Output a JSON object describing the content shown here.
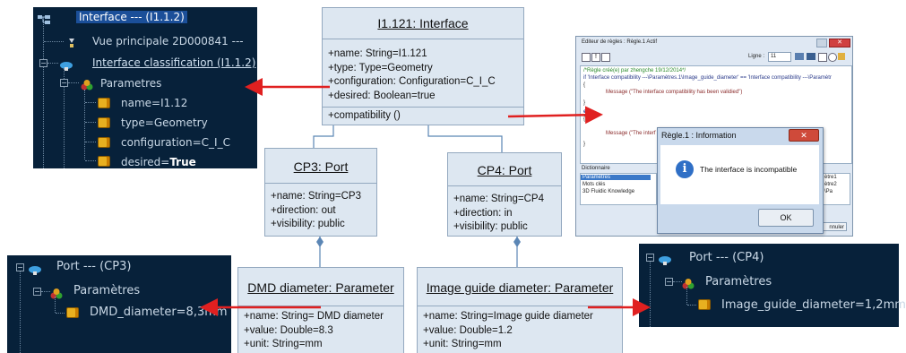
{
  "tree_interface": {
    "root": "Interface --- (I1.1.2)",
    "vue": "Vue principale 2D000841 ---",
    "classification": "Interface classification (I1.1.2)",
    "params_label": "Parametres",
    "params": [
      "name=I1.12",
      "type=Geometry",
      "configuration=C_I_C"
    ],
    "desired_key": "desired=",
    "desired_val": "True"
  },
  "tree_cp3": {
    "root": "Port --- (CP3)",
    "params_label": "Paramètres",
    "param": "DMD_diameter=8,3mm"
  },
  "tree_cp4": {
    "root": "Port --- (CP4)",
    "params_label": "Paramètres",
    "param": "Image_guide_diameter=1,2mm"
  },
  "uml_interface": {
    "title": "I1.121: Interface",
    "attrs": [
      "+name: String=I1.121",
      "+type: Type=Geometry",
      "+configuration: Configuration=C_I_C",
      "+desired: Boolean=true"
    ],
    "method": "+compatibility ()"
  },
  "uml_cp3": {
    "title": "CP3: Port",
    "attrs": [
      "+name: String=CP3",
      "+direction: out",
      "+visibility: public"
    ]
  },
  "uml_cp4": {
    "title": "CP4: Port",
    "attrs": [
      "+name: String=CP4",
      "+direction: in",
      "+visibility: public"
    ]
  },
  "uml_dmd": {
    "title": "DMD diameter: Parameter",
    "attrs": [
      "+name: String= DMD diameter",
      "+value: Double=8.3",
      "+unit: String=mm"
    ]
  },
  "uml_ig": {
    "title": "Image guide diameter: Parameter",
    "attrs": [
      "+name: String=Image guide diameter",
      "+value: Double=1.2",
      "+unit: String=mm"
    ]
  },
  "editor": {
    "title": "Editeur de règles : Règle.1 Actif",
    "ligne_label": "Ligne :",
    "ligne_value": "11",
    "code_comment": "/*Règle créé(e) par zhengche 19/12/2014*/",
    "code_if": "if 'Interface compatibility ---\\Paramètres.1\\Image_guide_diameter' == 'Interface compatibility ---\\Paramètr",
    "code_msg1": "Message (\"The interface compatibility has been validied\")",
    "code_else": "else",
    "code_msg2": "Message (\"The interf",
    "dictionary_label": "Dictionnaire",
    "dict_items": [
      "Paramètres",
      "Mots clés",
      "3D Fluidic Knowledge"
    ],
    "right_items": [
      "ètre1",
      "ètre2",
      "\\Pa"
    ],
    "cancel_fragment": "nnuler"
  },
  "dialog": {
    "title": "Règle.1 : Information",
    "message": "The interface is incompatible",
    "ok": "OK"
  },
  "colors": {
    "tree_bg": "#07213a",
    "uml_fill": "#dde7f1",
    "arrow": "#e02020",
    "connector": "#5b86b5"
  }
}
